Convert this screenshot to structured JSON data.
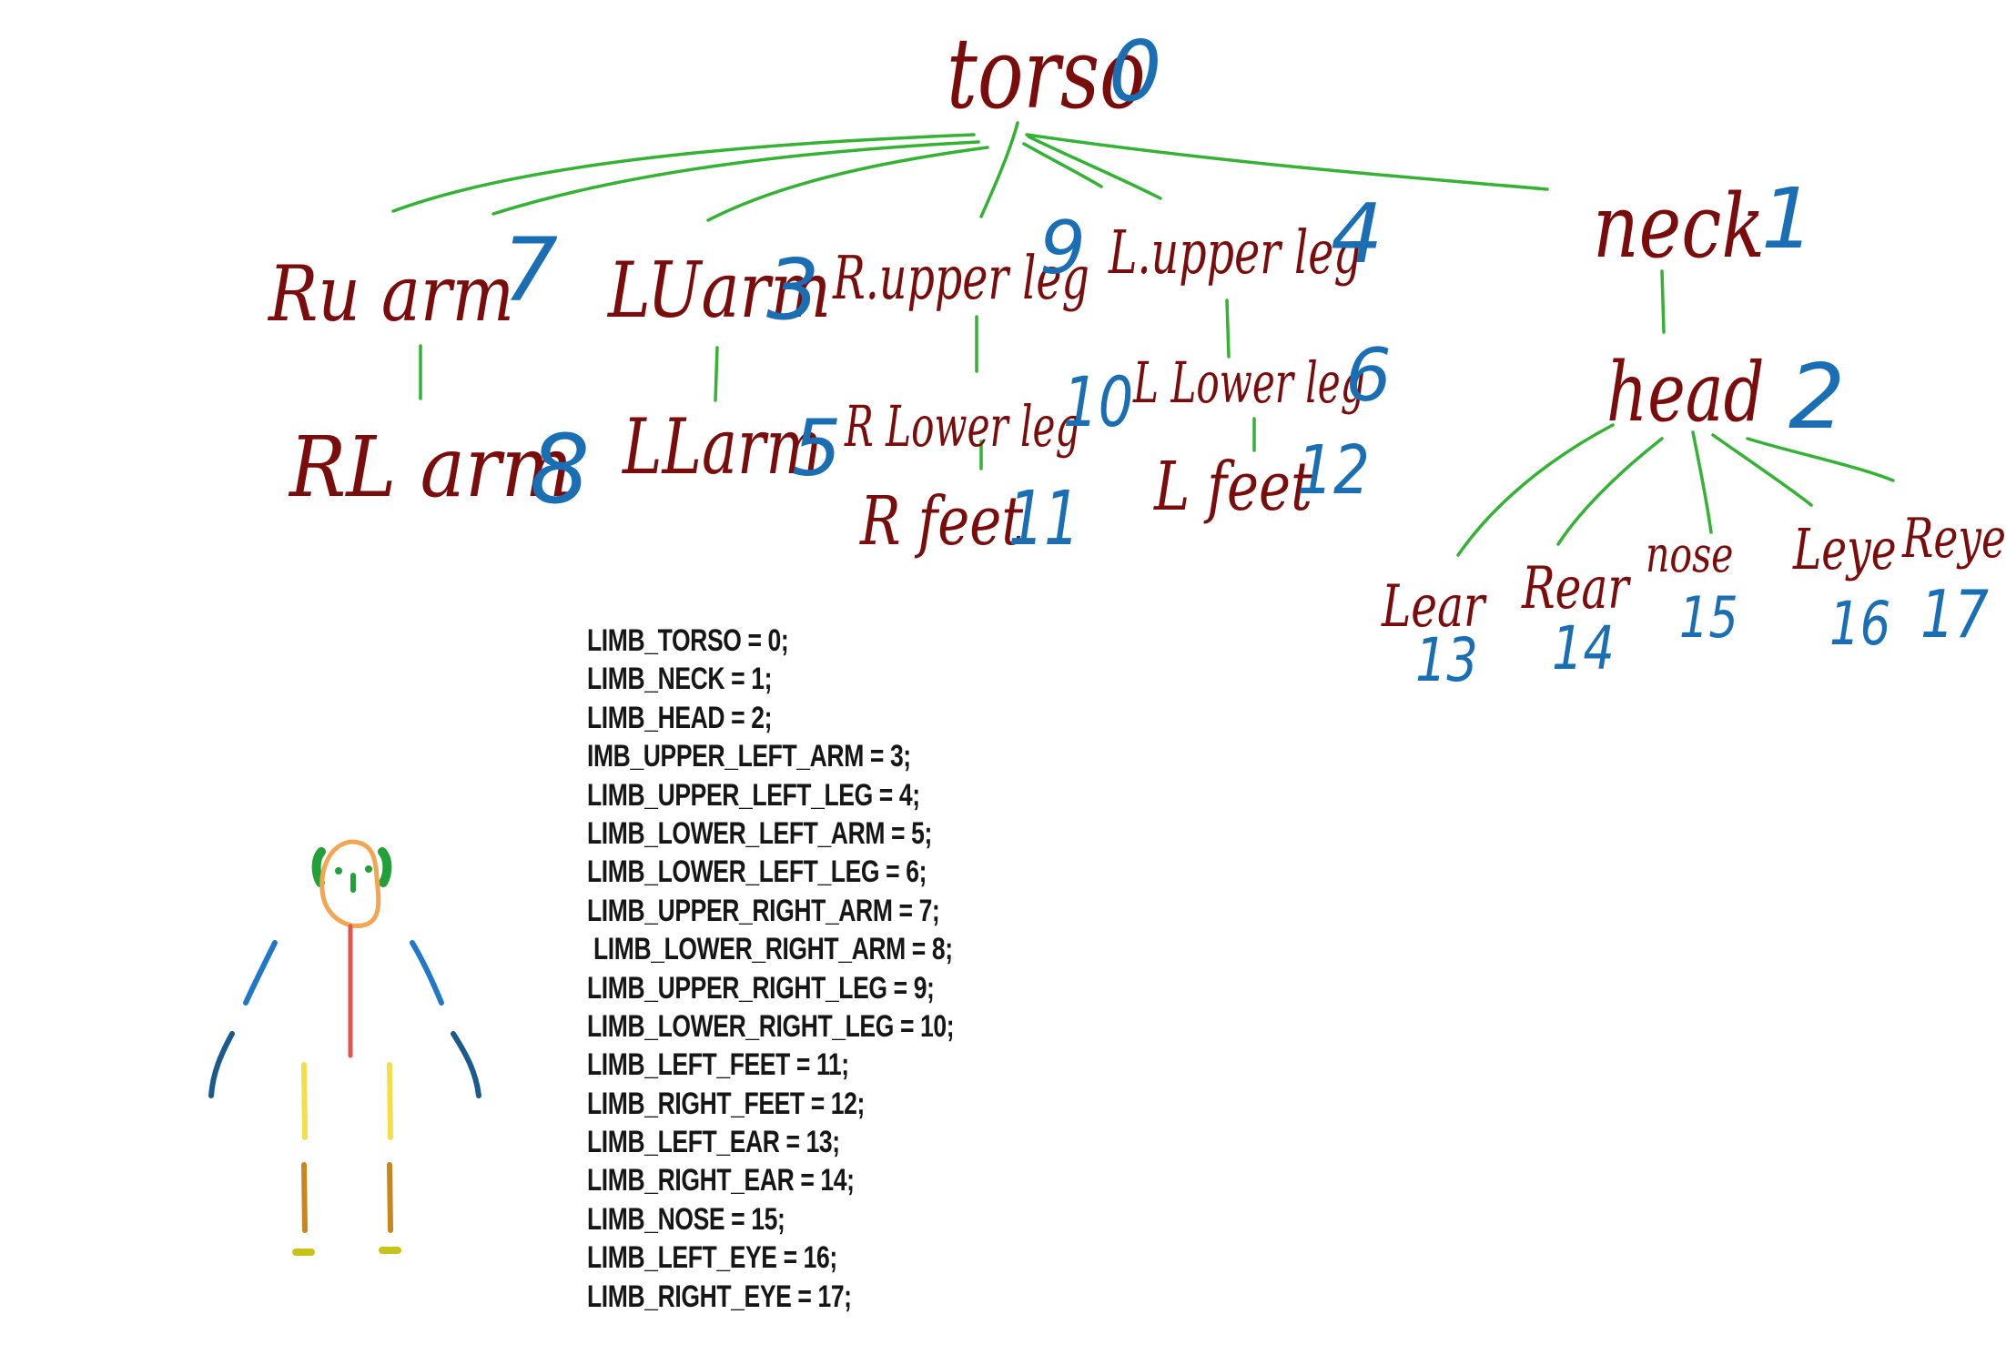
{
  "tree": {
    "torso": {
      "name": "torso",
      "num": "0"
    },
    "neck": {
      "name": "neck",
      "num": "1"
    },
    "head": {
      "name": "head",
      "num": "2"
    },
    "ru_arm": {
      "name": "Ru arm",
      "num": "7"
    },
    "lu_arm": {
      "name": "LUarm",
      "num": "3"
    },
    "r_upper_leg": {
      "name": "R.upper leg",
      "num": "9"
    },
    "l_upper_leg": {
      "name": "L.upper leg",
      "num": "4"
    },
    "rl_arm": {
      "name": "RL arm",
      "num": "8"
    },
    "ll_arm": {
      "name": "LLarm",
      "num": "5"
    },
    "r_lower_leg": {
      "name": "R Lower leg",
      "num": "10"
    },
    "l_lower_leg": {
      "name": "L Lower leg",
      "num": "6"
    },
    "r_feet": {
      "name": "R feet",
      "num": "11"
    },
    "l_feet": {
      "name": "L feet",
      "num": "12"
    },
    "l_ear": {
      "name": "Lear",
      "num": "13"
    },
    "r_ear": {
      "name": "Rear",
      "num": "14"
    },
    "nose": {
      "name": "nose",
      "num": "15"
    },
    "l_eye": {
      "name": "Leye",
      "num": "16"
    },
    "r_eye": {
      "name": "Reye",
      "num": "17"
    }
  },
  "limb_constants": [
    "LIMB_TORSO = 0;",
    "LIMB_NECK = 1;",
    "LIMB_HEAD = 2;",
    "IMB_UPPER_LEFT_ARM = 3;",
    "LIMB_UPPER_LEFT_LEG = 4;",
    "LIMB_LOWER_LEFT_ARM = 5;",
    "LIMB_LOWER_LEFT_LEG = 6;",
    "LIMB_UPPER_RIGHT_ARM = 7;",
    " LIMB_LOWER_RIGHT_ARM = 8;",
    "LIMB_UPPER_RIGHT_LEG = 9;",
    "LIMB_LOWER_RIGHT_LEG = 10;",
    "LIMB_LEFT_FEET = 11;",
    "LIMB_RIGHT_FEET = 12;",
    "LIMB_LEFT_EAR = 13;",
    "LIMB_RIGHT_EAR = 14;",
    "LIMB_NOSE = 15;",
    "LIMB_LEFT_EYE = 16;",
    "LIMB_RIGHT_EYE = 17;"
  ],
  "colors": {
    "name_text": "#7a0c0c",
    "number_text": "#1a6fb4",
    "edges": "#33b233",
    "figure_head": "#f2a654",
    "figure_torso": "#e0564f",
    "figure_upper_arm": "#1f78c8",
    "figure_lower_arm": "#1b5a8c",
    "figure_upper_leg": "#f2e04a",
    "figure_lower_leg": "#c8861e",
    "figure_feet": "#c9c21a",
    "figure_ears_eyes_nose": "#22a03a"
  }
}
